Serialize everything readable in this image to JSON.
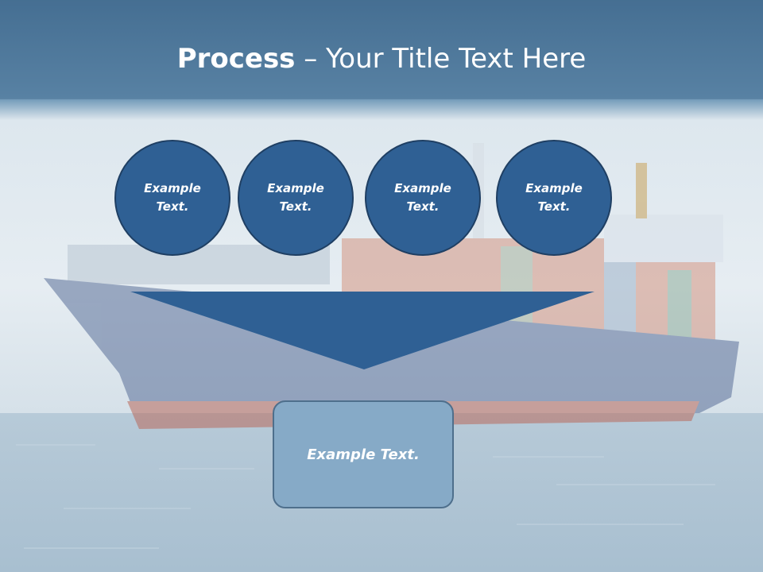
{
  "slide": {
    "title_bold": "Process",
    "title_rest": " – Your Title Text Here"
  },
  "steps": [
    {
      "label": "Example Text."
    },
    {
      "label": "Example Text."
    },
    {
      "label": "Example Text."
    },
    {
      "label": "Example Text."
    }
  ],
  "result": {
    "label": "Example Text."
  },
  "colors": {
    "header": "#4a7396",
    "circle_fill": "#2f6094",
    "circle_border": "#1f3f63",
    "funnel": "#2f6094",
    "box_fill": "#86aac7",
    "box_border": "#4e6f8c"
  }
}
